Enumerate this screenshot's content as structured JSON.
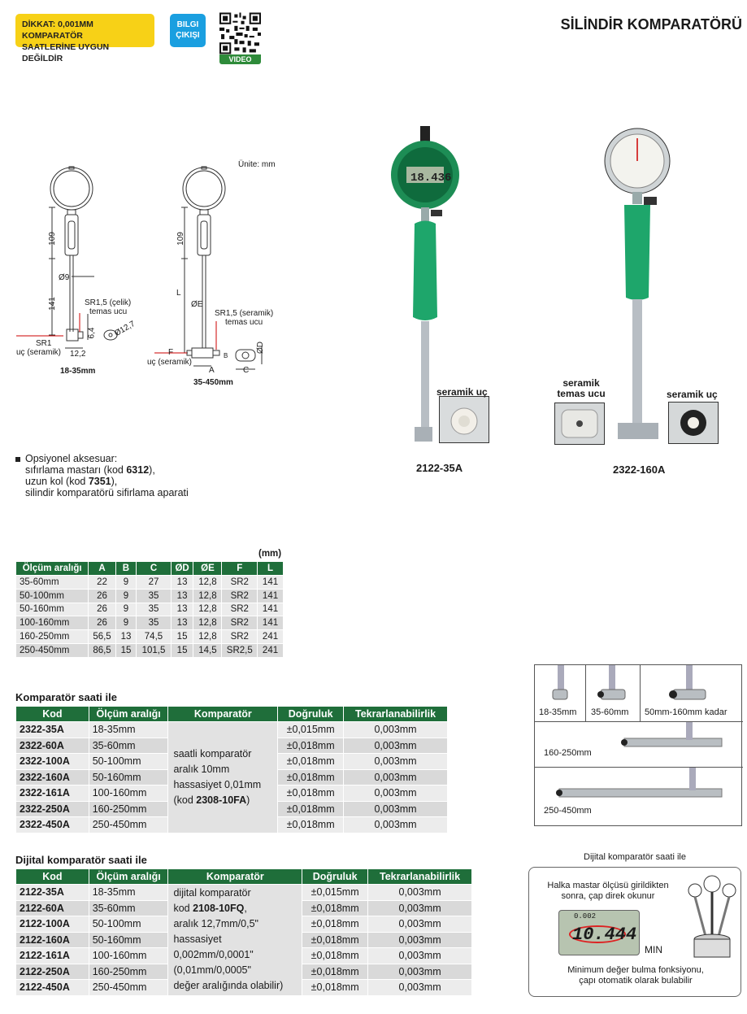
{
  "header": {
    "warning_line1": "DİKKAT: 0,001MM KOMPARATÖR",
    "warning_line2": "SAATLERİNE UYGUN DEĞİLDİR",
    "info_line1": "BILGI",
    "info_line2": "ÇIKIŞI",
    "video_label": "VIDEO",
    "title": "SİLİNDİR KOMPARATÖRÜ",
    "colors": {
      "warning": "#f7d117",
      "info": "#1a9fe0",
      "table_header": "#1f6e3a"
    }
  },
  "drawing": {
    "unit_label": "Ünite: mm",
    "left": {
      "dim_109": "109",
      "dim_141": "141",
      "dim_d9": "Ø9",
      "sr15_line1": "SR1,5 (çelik)",
      "sr15_line2": "temas ucu",
      "dim_64": "6,4",
      "dim_d127": "Ø12,7",
      "sr1": "SR1",
      "uc": "uç (seramik)",
      "dim_122": "12,2",
      "caption": "18-35mm"
    },
    "right": {
      "dim_109": "109",
      "dim_l": "L",
      "dim_de": "ØE",
      "sr15_line1": "SR1,5 (seramik)",
      "sr15_line2": "temas ucu",
      "f": "F",
      "uc": "uç (seramik)",
      "a": "A",
      "b": "B",
      "c": "C",
      "dd": "ØD",
      "caption": "35-450mm"
    }
  },
  "photos": {
    "digital_display": "18.436",
    "left_inset_label": "seramik uç",
    "left_model": "2122-35A",
    "right_inset1_line1": "seramik",
    "right_inset1_line2": "temas ucu",
    "right_inset2_label": "seramik uç",
    "right_model": "2322-160A"
  },
  "accessory": {
    "line1": "Opsiyonel aksesuar:",
    "line2_pre": "sıfırlama mastarı (kod ",
    "line2_code": "6312",
    "line2_post": "),",
    "line3_pre": "uzun kol (kod ",
    "line3_code": "7351",
    "line3_post": "),",
    "line4": "silindir komparatörü sifirlama aparati"
  },
  "dim_table": {
    "unit": "(mm)",
    "headers": [
      "Ölçüm aralığı",
      "A",
      "B",
      "C",
      "ØD",
      "ØE",
      "F",
      "L"
    ],
    "rows": [
      [
        "35-60mm",
        "22",
        "9",
        "27",
        "13",
        "12,8",
        "SR2",
        "141"
      ],
      [
        "50-100mm",
        "26",
        "9",
        "35",
        "13",
        "12,8",
        "SR2",
        "141"
      ],
      [
        "50-160mm",
        "26",
        "9",
        "35",
        "13",
        "12,8",
        "SR2",
        "141"
      ],
      [
        "100-160mm",
        "26",
        "9",
        "35",
        "13",
        "12,8",
        "SR2",
        "141"
      ],
      [
        "160-250mm",
        "56,5",
        "13",
        "74,5",
        "15",
        "12,8",
        "SR2",
        "241"
      ],
      [
        "250-450mm",
        "86,5",
        "15",
        "101,5",
        "15",
        "14,5",
        "SR2,5",
        "241"
      ]
    ]
  },
  "analog_table": {
    "title": "Komparatör saati ile",
    "headers": [
      "Kod",
      "Ölçüm aralığı",
      "Komparatör",
      "Doğruluk",
      "Tekrarlanabilirlik"
    ],
    "rows": [
      [
        "2322-35A",
        "18-35mm",
        "±0,015mm",
        "0,003mm"
      ],
      [
        "2322-60A",
        "35-60mm",
        "±0,018mm",
        "0,003mm"
      ],
      [
        "2322-100A",
        "50-100mm",
        "±0,018mm",
        "0,003mm"
      ],
      [
        "2322-160A",
        "50-160mm",
        "±0,018mm",
        "0,003mm"
      ],
      [
        "2322-161A",
        "100-160mm",
        "±0,018mm",
        "0,003mm"
      ],
      [
        "2322-250A",
        "160-250mm",
        "±0,018mm",
        "0,003mm"
      ],
      [
        "2322-450A",
        "250-450mm",
        "±0,018mm",
        "0,003mm"
      ]
    ],
    "comparator_line1": "saatli komparatör",
    "comparator_line2": "aralık 10mm",
    "comparator_line3": "hassasiyet 0,01mm",
    "comparator_line4_pre": "(kod ",
    "comparator_line4_code": "2308-10FA",
    "comparator_line4_post": ")"
  },
  "digital_table": {
    "title": "Dijital komparatör saati ile",
    "headers": [
      "Kod",
      "Ölçüm aralığı",
      "Komparatör",
      "Doğruluk",
      "Tekrarlanabilirlik"
    ],
    "rows": [
      [
        "2122-35A",
        "18-35mm",
        "±0,015mm",
        "0,003mm"
      ],
      [
        "2122-60A",
        "35-60mm",
        "±0,018mm",
        "0,003mm"
      ],
      [
        "2122-100A",
        "50-100mm",
        "±0,018mm",
        "0,003mm"
      ],
      [
        "2122-160A",
        "50-160mm",
        "±0,018mm",
        "0,003mm"
      ],
      [
        "2122-161A",
        "100-160mm",
        "±0,018mm",
        "0,003mm"
      ],
      [
        "2122-250A",
        "160-250mm",
        "±0,018mm",
        "0,003mm"
      ],
      [
        "2122-450A",
        "250-450mm",
        "±0,018mm",
        "0,003mm"
      ]
    ],
    "comparator_line1": "dijital komparatör",
    "comparator_line2_pre": "kod ",
    "comparator_line2_code": "2108-10FQ",
    "comparator_line2_post": ",",
    "comparator_line3": "aralık 12,7mm/0,5\"",
    "comparator_line4": "hassasiyet",
    "comparator_line5": "0,002mm/0,0001\"",
    "comparator_line6": "(0,01mm/0,0005\"",
    "comparator_line7": "değer aralığında olabilir)"
  },
  "tips": {
    "cell1": "18-35mm",
    "cell2": "35-60mm",
    "cell3": "50mm-160mm kadar",
    "cell4": "160-250mm",
    "cell5": "250-450mm"
  },
  "digital_box": {
    "title": "Dijital komparatör saati ile",
    "text1_line1": "Halka mastar ölçüsü girildikten",
    "text1_line2": "sonra, çap direk okunur",
    "lcd_value": "10.444",
    "lcd_small": "0.002",
    "min_label": "MIN",
    "text2_line1": "Minimum değer bulma fonksiyonu,",
    "text2_line2": "çapı otomatik olarak bulabilir"
  }
}
